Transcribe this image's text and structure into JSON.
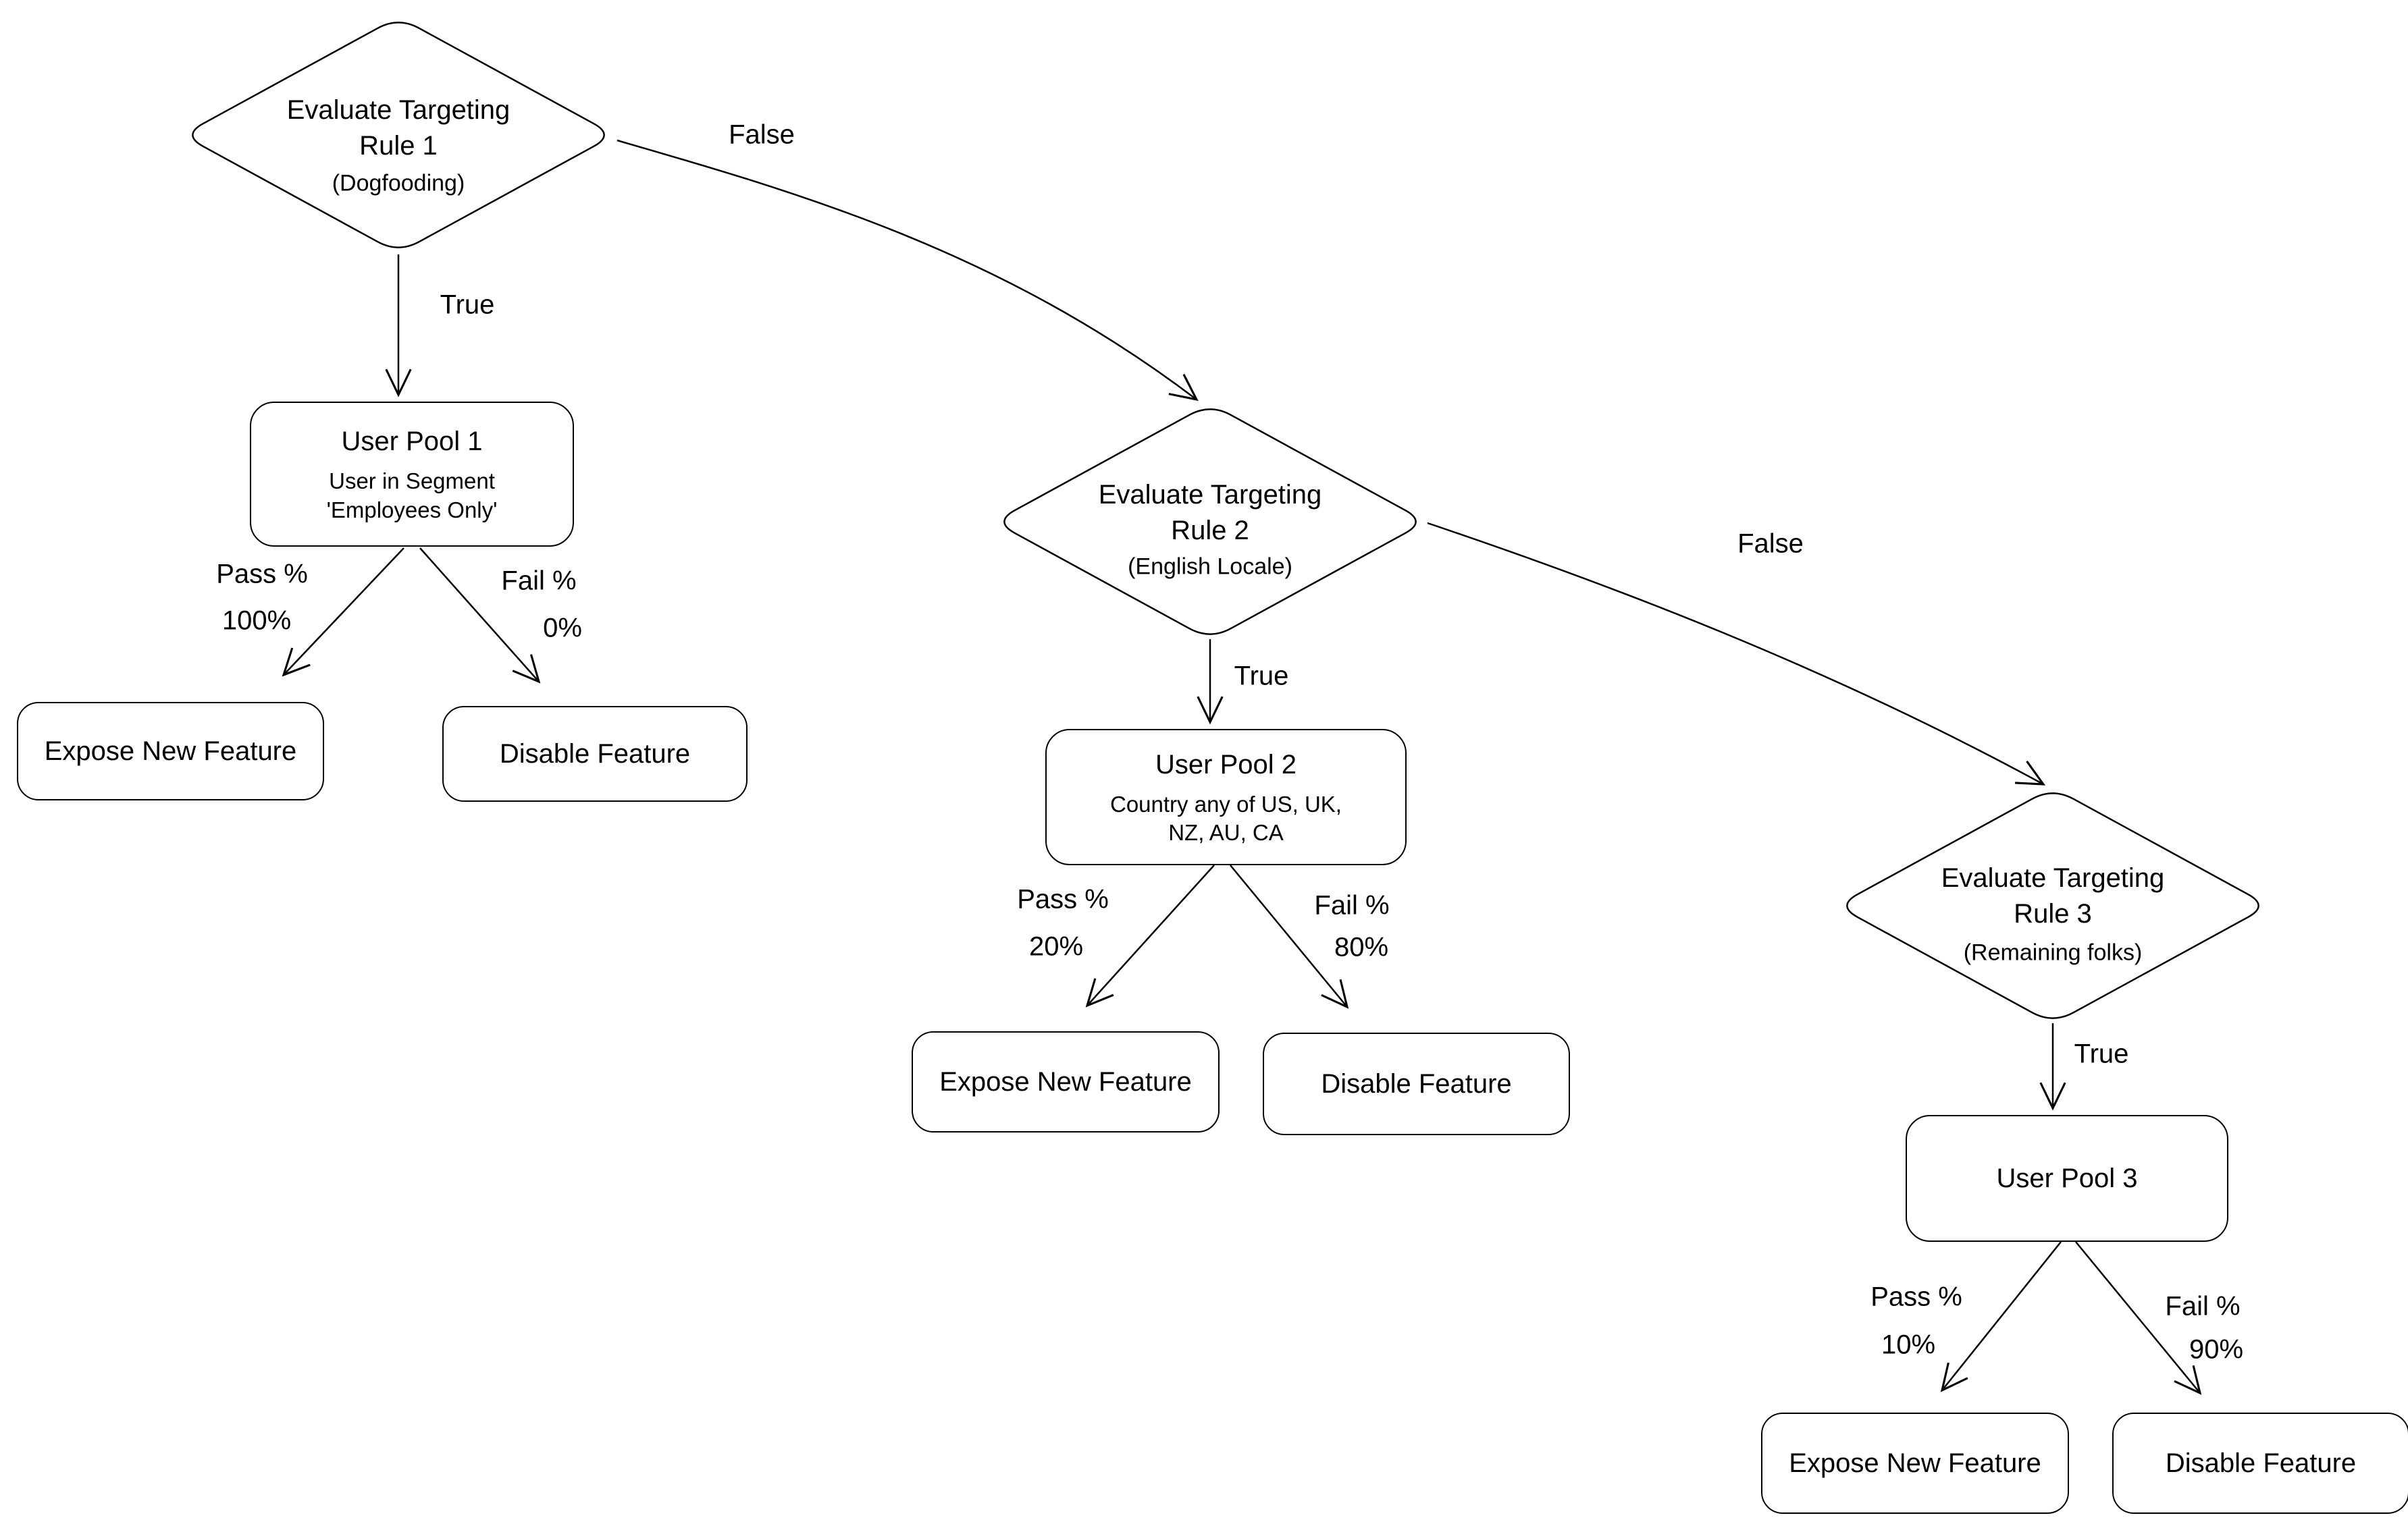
{
  "flowchart": {
    "rules": [
      {
        "title": "Evaluate Targeting\nRule 1",
        "subtitle": "(Dogfooding)",
        "true_label": "True",
        "false_label": "False"
      },
      {
        "title": "Evaluate Targeting\nRule 2",
        "subtitle": "(English Locale)",
        "true_label": "True",
        "false_label": "False"
      },
      {
        "title": "Evaluate Targeting\nRule 3",
        "subtitle": "(Remaining folks)",
        "true_label": "True"
      }
    ],
    "pools": [
      {
        "title": "User Pool 1",
        "subtitle": "User in Segment\n'Employees Only'",
        "pass_label": "Pass %",
        "pass_value": "100%",
        "fail_label": "Fail %",
        "fail_value": "0%",
        "pass_outcome": "Expose New Feature",
        "fail_outcome": "Disable Feature"
      },
      {
        "title": "User Pool 2",
        "subtitle": "Country any of US, UK,\nNZ, AU, CA",
        "pass_label": "Pass %",
        "pass_value": "20%",
        "fail_label": "Fail %",
        "fail_value": "80%",
        "pass_outcome": "Expose New Feature",
        "fail_outcome": "Disable Feature"
      },
      {
        "title": "User Pool 3",
        "subtitle": "",
        "pass_label": "Pass %",
        "pass_value": "10%",
        "fail_label": "Fail %",
        "fail_value": "90%",
        "pass_outcome": "Expose New Feature",
        "fail_outcome": "Disable Feature"
      }
    ]
  }
}
